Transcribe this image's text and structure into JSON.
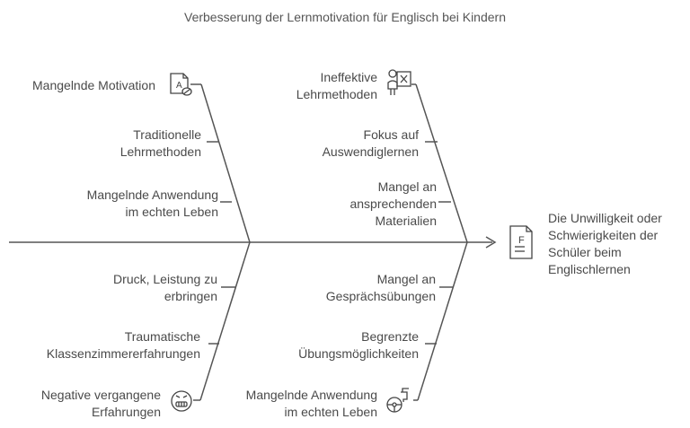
{
  "title": "Verbesserung der Lernmotivation für Englisch bei Kindern",
  "effect": [
    "Die Unwilligkeit oder",
    "Schwierigkeiten der",
    "Schüler beim",
    "Englischlernen"
  ],
  "causes": {
    "top_left": [
      [
        "Mangelnde Motivation"
      ],
      [
        "Traditionelle",
        "Lehrmethoden"
      ],
      [
        "Mangelnde Anwendung",
        "im echten Leben"
      ]
    ],
    "top_right": [
      [
        "Ineffektive",
        "Lehrmethoden"
      ],
      [
        "Fokus auf",
        "Auswendiglernen"
      ],
      [
        "Mangel an",
        "ansprechenden",
        "Materialien"
      ]
    ],
    "bottom_left": [
      [
        "Druck, Leistung zu",
        "erbringen"
      ],
      [
        "Traumatische",
        "Klassenzimmererfahrungen"
      ],
      [
        "Negative vergangene",
        "Erfahrungen"
      ]
    ],
    "bottom_right": [
      [
        "Mangel an",
        "Gesprächsübungen"
      ],
      [
        "Begrenzte",
        "Übungsmöglichkeiten"
      ],
      [
        "Mangelnde Anwendung",
        "im echten Leben"
      ]
    ]
  },
  "icons": {
    "top_left": "document-icon",
    "top_right": "teacher-icon",
    "bottom_left": "stressed-face-icon",
    "bottom_right": "steering-wheel-icon",
    "effect": "document-icon"
  },
  "colors": {
    "line": "#555555",
    "text": "#4a4a4a"
  }
}
